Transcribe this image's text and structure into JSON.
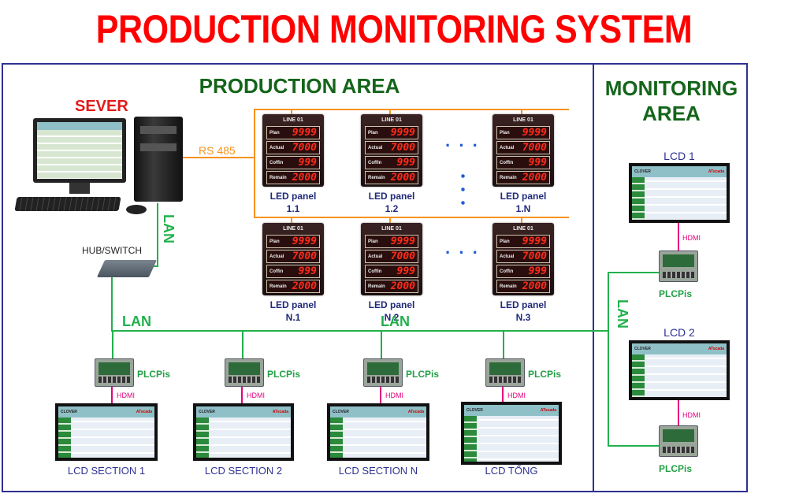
{
  "title": "PRODUCTION MONITORING SYSTEM",
  "production_area": "PRODUCTION AREA",
  "monitoring_area": {
    "line1": "MONITORING",
    "line2": "AREA"
  },
  "server": {
    "label": "SEVER"
  },
  "rs485": "RS 485",
  "lan": "LAN",
  "hub": "HUB/SWITCH",
  "led_panel": {
    "title": "LINE 01",
    "rows": [
      {
        "k": "Plan",
        "v": "9999"
      },
      {
        "k": "Actual",
        "v": "7000"
      },
      {
        "k": "Coffin",
        "v": "999"
      },
      {
        "k": "Remain",
        "v": "2000"
      }
    ]
  },
  "led_labels": [
    {
      "name": "LED panel",
      "id": "1.1"
    },
    {
      "name": "LED panel",
      "id": "1.2"
    },
    {
      "name": "LED panel",
      "id": "1.N"
    },
    {
      "name": "LED panel",
      "id": "N.1"
    },
    {
      "name": "LED panel",
      "id": "N.2"
    },
    {
      "name": "LED panel",
      "id": "N.3"
    }
  ],
  "plc": "PLCPis",
  "hdmi": "HDMI",
  "lcd_sections": [
    "LCD SECTION 1",
    "LCD SECTION 2",
    "LCD SECTION N",
    "LCD TỔNG"
  ],
  "monitor_lcds": [
    "LCD 1",
    "LCD 2"
  ],
  "screen": {
    "logo": "CLOVER",
    "brand": "ATscada"
  },
  "colors": {
    "title": "#ff0000",
    "area": "#14651a",
    "frame": "#2e3192",
    "rs485": "#f7931e",
    "lan": "#22b14c",
    "hdmi": "#e6007e"
  }
}
